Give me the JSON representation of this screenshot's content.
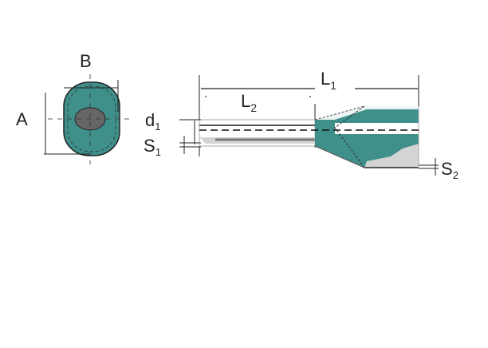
{
  "labels": {
    "B": "B",
    "A": "A",
    "L1": "L",
    "L1_sub": "1",
    "L2": "L",
    "L2_sub": "2",
    "d1": "d",
    "d1_sub": "1",
    "S1": "S",
    "S1_sub": "1",
    "S2": "S",
    "S2_sub": "2"
  },
  "colors": {
    "insulation": "#3f8f8a",
    "hole": "#6a6a6a",
    "metal": "#d4d4d4",
    "line": "#222222"
  }
}
